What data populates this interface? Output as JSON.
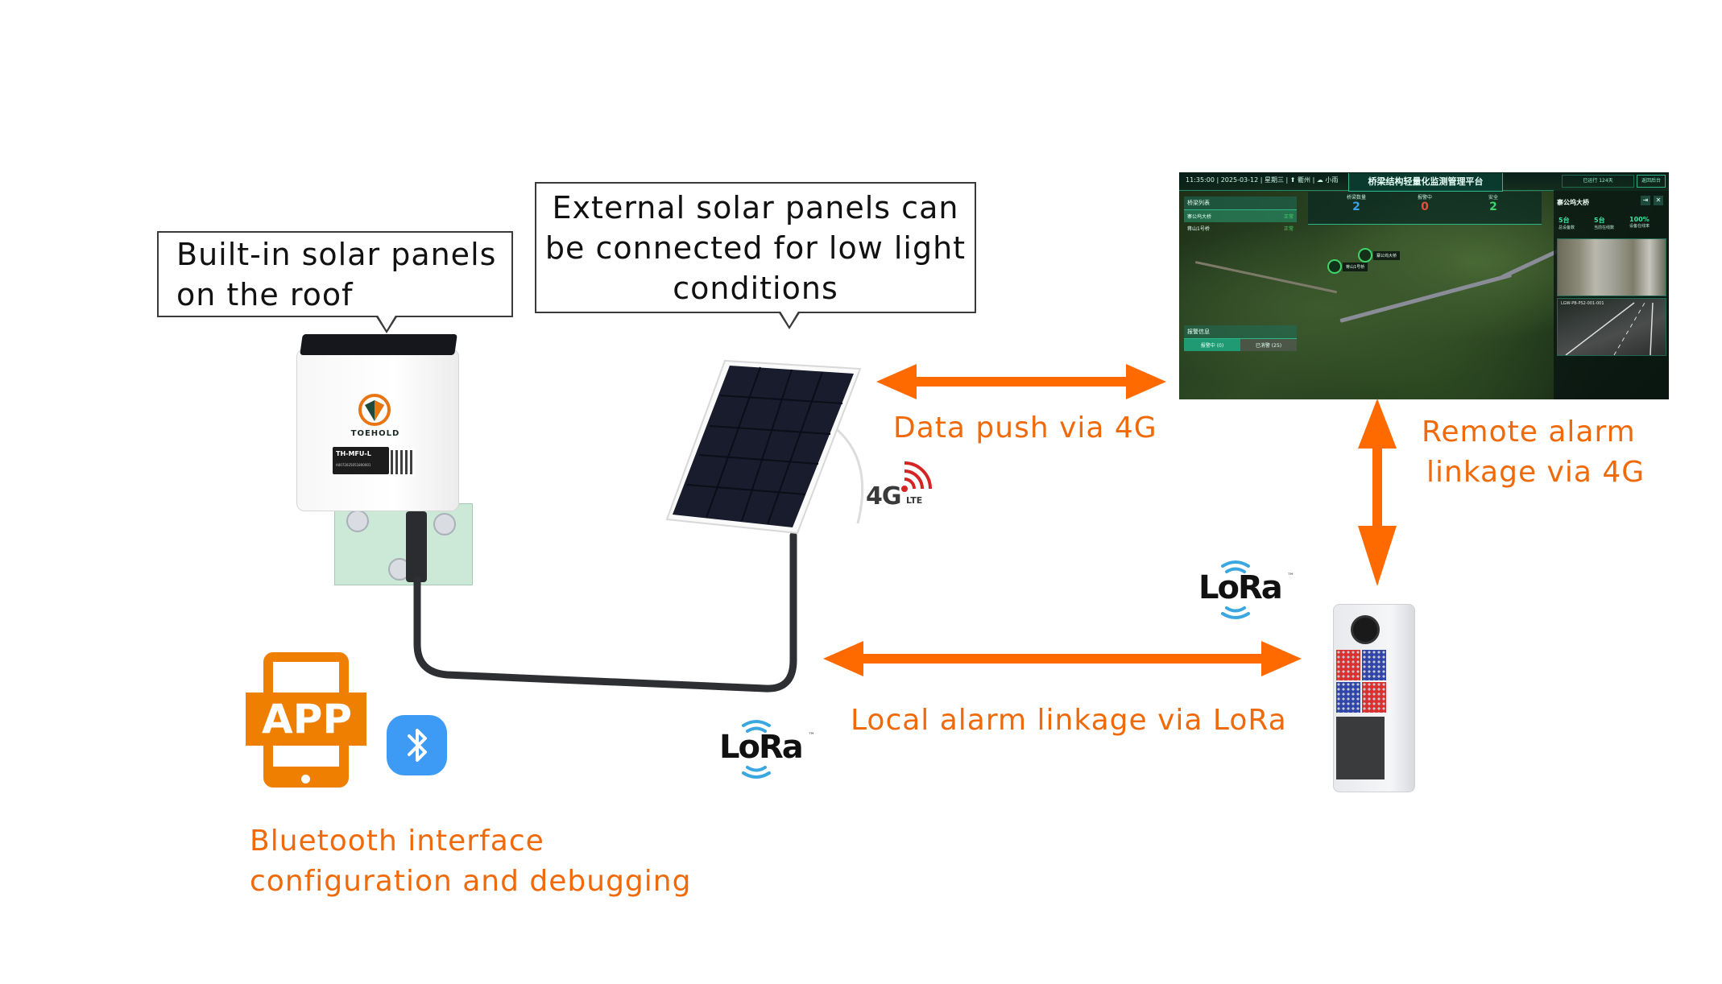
{
  "callouts": {
    "builtin_solar": [
      "Built-in solar panels",
      "on the roof"
    ],
    "external_solar": [
      "External solar panels can",
      "be connected for low light",
      "conditions"
    ]
  },
  "labels": {
    "data_push": "Data push via 4G",
    "remote_alarm": [
      "Remote alarm",
      "linkage via 4G"
    ],
    "local_alarm": "Local alarm linkage via LoRa",
    "bluetooth_config": [
      "Bluetooth interface",
      "configuration and debugging"
    ]
  },
  "sensor_device": {
    "brand": "TOEHOLD",
    "model": "TH-MFU-L",
    "serial": "A0072025051800001"
  },
  "logos": {
    "lte_big": "4G",
    "lte_small": "LTE",
    "lora": "LoRa",
    "lora_tm": "™",
    "app": "APP"
  },
  "dashboard": {
    "title": "桥梁结构轻量化监测管理平台",
    "time": "11:35:00",
    "date": "2025-03-12",
    "weekday": "星期三",
    "location": "衢州",
    "weather": "小雨",
    "uptime": "已运行 124天",
    "back_button": "返回后台",
    "stats": [
      {
        "label": "桥梁数量",
        "value": "2",
        "color": "#3aa0e8"
      },
      {
        "label": "报警中",
        "value": "0",
        "color": "#e5503a"
      },
      {
        "label": "安全",
        "value": "2",
        "color": "#3ed46a"
      }
    ],
    "bridge_list": {
      "heading": "桥梁列表",
      "items": [
        {
          "name": "寨公坞大桥",
          "status": "正常"
        },
        {
          "name": "蒋山1号桥",
          "status": "正常"
        }
      ]
    },
    "alarm_panel": {
      "heading": "报警信息",
      "tabs": [
        {
          "label": "报警中",
          "count": "0"
        },
        {
          "label": "已消警",
          "count": "25"
        }
      ]
    },
    "map_markers": [
      {
        "name": "蒋山1号桥"
      },
      {
        "name": "寨公坞大桥"
      }
    ],
    "detail_panel": {
      "title": "寨公坞大桥",
      "stats": [
        {
          "value": "5台",
          "label": "总设备数"
        },
        {
          "value": "5台",
          "label": "当前在线数"
        },
        {
          "value": "100%",
          "label": "设备在线率"
        }
      ],
      "camera_label": "LGW-PB-PS2-001-001"
    }
  },
  "colors": {
    "accent_orange": "#f06a0a",
    "app_orange": "#ee7f00",
    "bluetooth_blue": "#3d9bf5",
    "lora_blue": "#3aa7e0",
    "lte_red": "#d62424"
  }
}
